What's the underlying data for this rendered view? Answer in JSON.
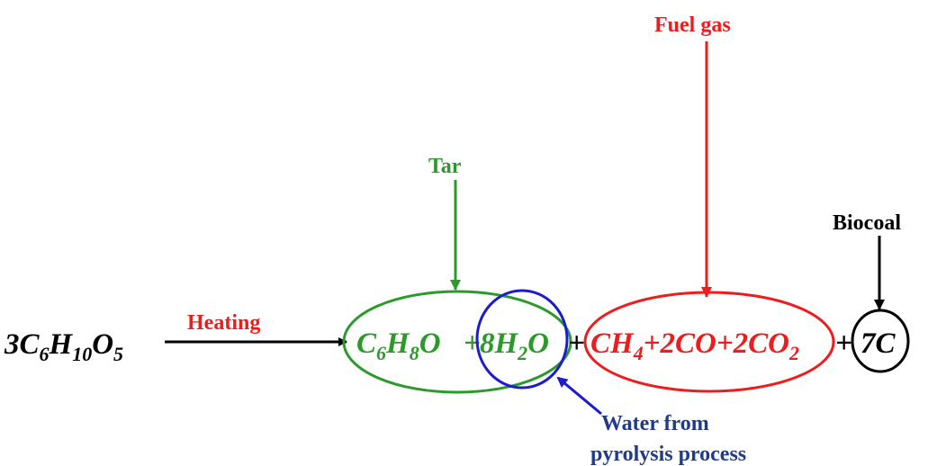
{
  "reactant": {
    "coef": "3",
    "c": "C",
    "c_sub": "6",
    "h": "H",
    "h_sub": "10",
    "o": "O",
    "o_sub": "5"
  },
  "heating_label": "Heating",
  "tar": {
    "label": "Tar",
    "c": "C",
    "c_sub": "6",
    "h": "H",
    "h_sub": "8",
    "o": "O"
  },
  "water": {
    "coef": "8",
    "h": "H",
    "h_sub": "2",
    "o": "O",
    "label_line1": "Water from",
    "label_line2": "pyrolysis process"
  },
  "plus": "+",
  "fuel_gas": {
    "label": "Fuel gas",
    "ch": "CH",
    "ch_sub": "4",
    "co": "2CO",
    "co2": "2CO",
    "co2_sub": "2"
  },
  "biocoal": {
    "label": "Biocoal",
    "formula": "7C"
  },
  "colors": {
    "red": "#ee1c1c",
    "green": "#2b9a2b",
    "blue": "#1c1ccc",
    "navy": "#1f3b8a",
    "black": "#000000"
  }
}
